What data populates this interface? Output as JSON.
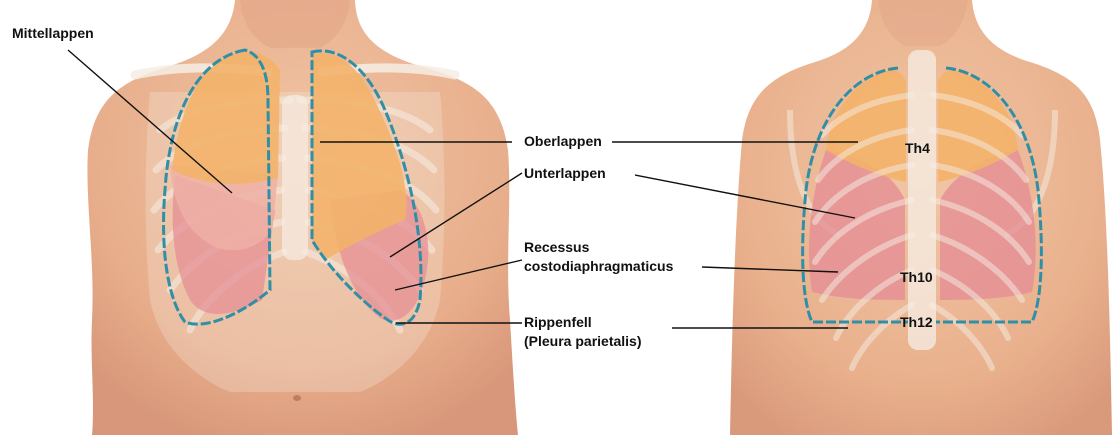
{
  "front_labels": {
    "mittellappen": "Mittellappen",
    "oberlappen": "Oberlappen",
    "unterlappen": "Unterlappen",
    "recessus_line1": "Recessus",
    "recessus_line2": "costodiaphragmaticus",
    "rippenfell_line1": "Rippenfell",
    "rippenfell_line2": "(Pleura parietalis)"
  },
  "back_labels": {
    "th4": "Th4",
    "th10": "Th10",
    "th12": "Th12"
  },
  "colors": {
    "skin": "#e9b290",
    "skin_shadow": "#d9987a",
    "upper_lobe": "#f3b36a",
    "middle_lobe": "#eeb0a6",
    "lower_lobe": "#e58f95",
    "pleura": "#2f8fa6",
    "bone": "#f6ede4",
    "leader_line": "#111111"
  }
}
